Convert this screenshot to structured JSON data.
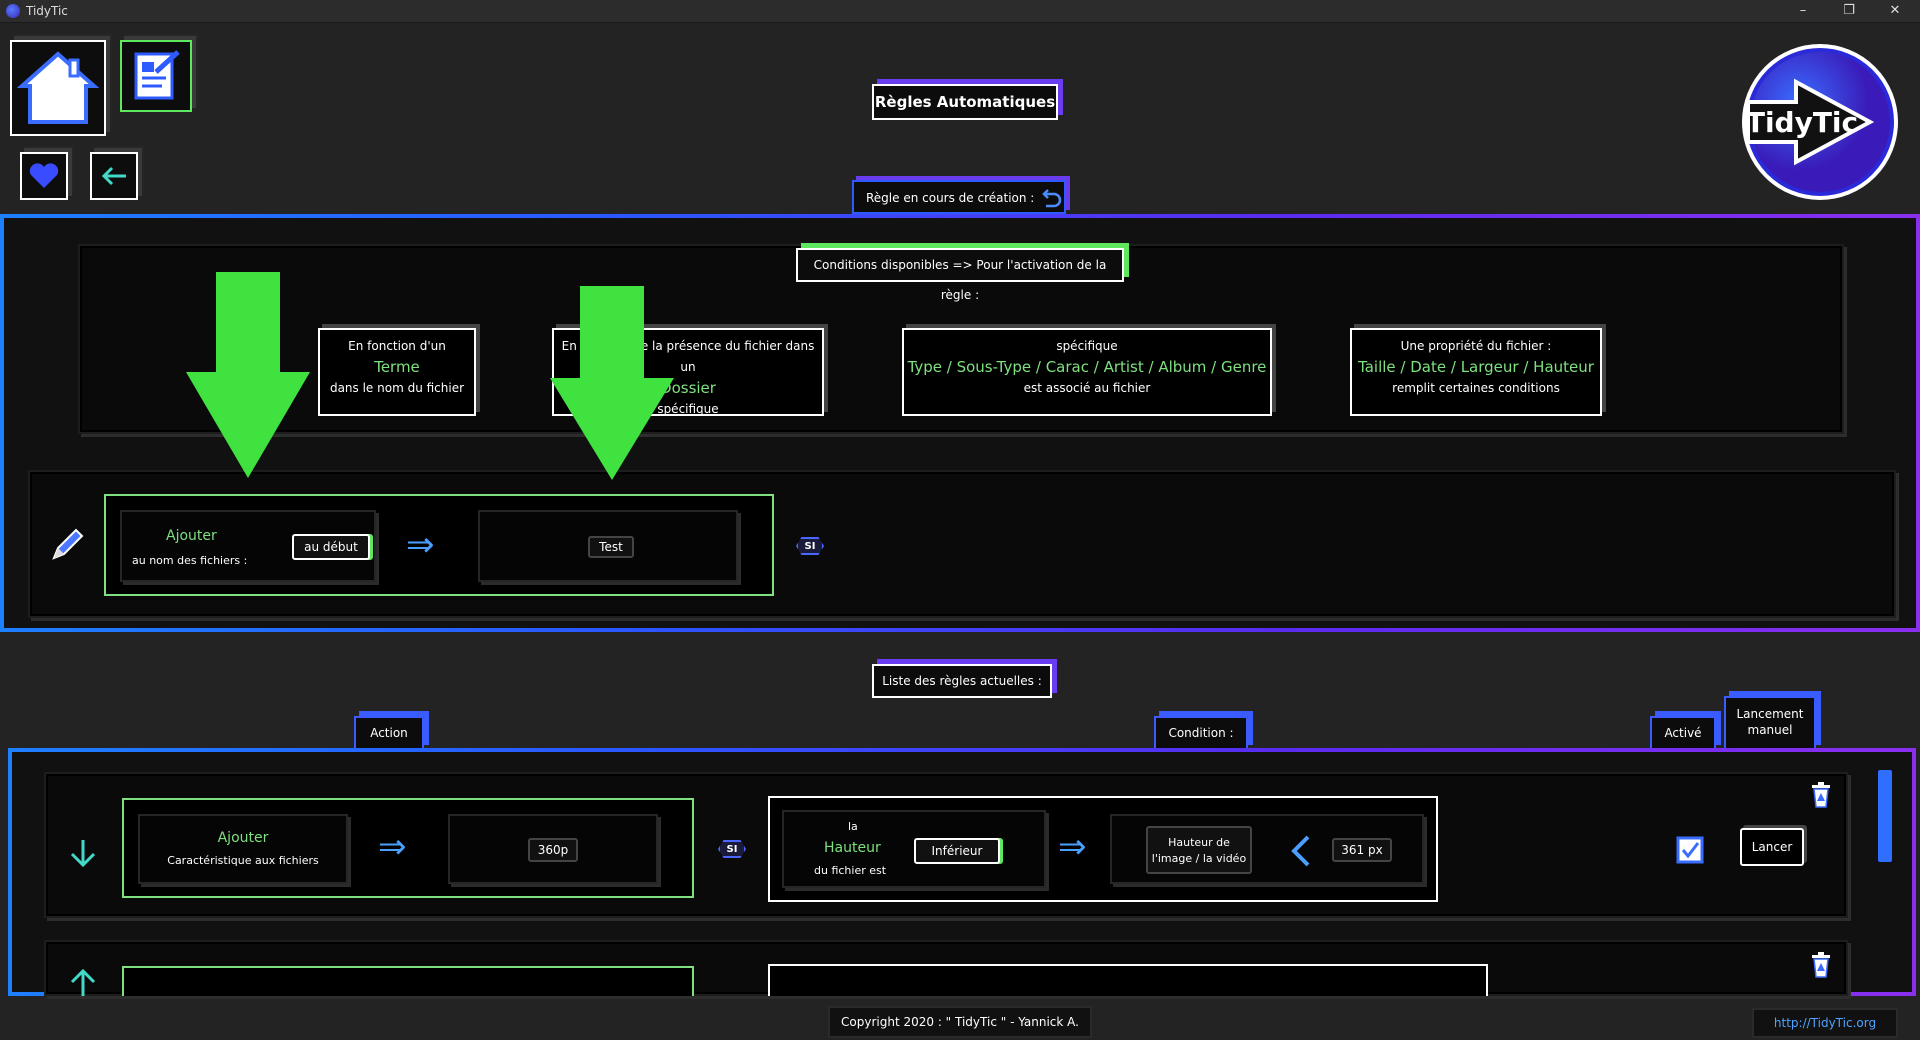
{
  "window": {
    "title": "TidyTic",
    "minimize": "–",
    "restore": "❐",
    "close": "✕"
  },
  "header": {
    "title": "Règles Automatiques",
    "logo_text": "TidyTic",
    "creating_label": "Règle en cours de création :"
  },
  "conditions": {
    "title": "Conditions disponibles => Pour l'activation de la règle :",
    "items": [
      {
        "line1": "En fonction d'un",
        "highlight": "Terme",
        "line3": "dans le nom du fichier"
      },
      {
        "line1": "En fonction de la présence du fichier dans un",
        "highlight": "Dossier",
        "line3": "spécifique"
      },
      {
        "line1": "spécifique",
        "highlight": "Type / Sous-Type / Carac / Artist / Album / Genre",
        "line3": "est associé au fichier"
      },
      {
        "line1": "Une propriété du fichier :",
        "highlight": "Taille / Date / Largeur / Hauteur",
        "line3": "remplit certaines conditions"
      }
    ]
  },
  "builder": {
    "action_title": "Ajouter",
    "action_sub": "au nom des fichiers :",
    "position": "au début",
    "value": "Test",
    "si": "SI"
  },
  "list": {
    "title": "Liste des règles actuelles :",
    "col_action": "Action",
    "col_condition": "Condition :",
    "col_active": "Activé",
    "col_manual_1": "Lancement",
    "col_manual_2": "manuel",
    "rules": [
      {
        "action_title": "Ajouter",
        "action_sub": "Caractéristique aux fichiers",
        "value": "360p",
        "si": "SI",
        "cond_line1": "la",
        "cond_highlight": "Hauteur",
        "cond_line3": "du fichier est",
        "operator": "Inférieur",
        "prop_line1": "Hauteur de",
        "prop_line2": "l'image / la vidéo",
        "threshold": "361 px",
        "launch": "Lancer"
      }
    ]
  },
  "footer": {
    "copyright": "Copyright 2020 : \" TidyTic \" - Yannick A.",
    "link": "http://TidyTic.org"
  },
  "colors": {
    "accent_green": "#7fe07f",
    "accent_blue": "#2d5bff",
    "accent_violet": "#6a3cf0",
    "arrow_green": "#3fe23f"
  }
}
